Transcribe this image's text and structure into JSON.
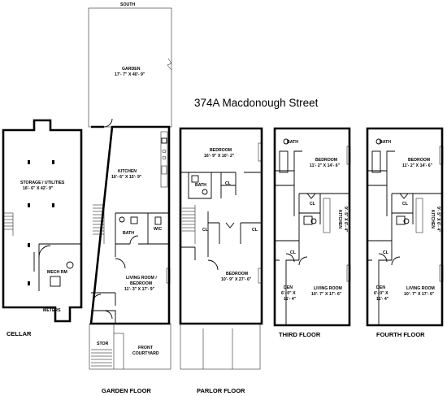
{
  "title": "374A Macdonough Street",
  "compass": "SOUTH",
  "floors": {
    "cellar": "CELLAR",
    "garden": "GARDEN FLOOR",
    "parlor": "PARLOR FLOOR",
    "third": "THIRD FLOOR",
    "fourth": "FOURTH FLOOR"
  },
  "cellar_rooms": {
    "storage_name": "STORAGE / UTILITIES",
    "storage_dim": "16'- 6\" X 42'- 9\"",
    "mech": "MECH RM",
    "meters": "METERS"
  },
  "garden_rooms": {
    "garden_name": "GARDEN",
    "garden_dim": "17'- 7\" X 40'- 9\"",
    "kitchen_name": "KITCHEN",
    "kitchen_dim": "16'- 6\" X 15'- 9\"",
    "bath": "BATH",
    "wic": "W/C",
    "living_name": "LIVING ROOM /",
    "living_name2": "BEDROOM",
    "living_dim": "11'- 3\" X 17'- 9\"",
    "stor": "STOR",
    "courtyard1": "FRONT",
    "courtyard2": "COURTYARD"
  },
  "parlor_rooms": {
    "bedroom1_name": "BEDROOM",
    "bedroom1_dim": "16'- 9\" X 10'- 2\"",
    "bath": "BATH",
    "cl": "CL",
    "bedroom2_name": "BEDROOM",
    "bedroom2_dim": "10'- 9\" X 27'- 6\""
  },
  "third_rooms": {
    "bath": "BATH",
    "bedroom_name": "BEDROOM",
    "bedroom_dim": "11'- 2\" X 14'- 6\"",
    "cl": "CL",
    "kitchen_name": "KITCHEN",
    "kitchen_dim": "9'- 5\" X 6'- 4\"",
    "den_name": "DEN",
    "den_dim1": "6'- 0\" X",
    "den_dim2": "11'- 4\"",
    "living_name": "LIVING ROOM",
    "living_dim": "10'- 7\" X 17'- 6\""
  },
  "fourth_rooms": {
    "bath": "BATH",
    "bedroom_name": "BEDROOM",
    "bedroom_dim": "11'- 2\" X 14'- 6\"",
    "cl": "CL",
    "kitchen_name": "KITCHEN",
    "kitchen_dim": "9'- 5\" X 6'- 4\"",
    "den_name": "DEN",
    "den_dim1": "6'- 0\" X",
    "den_dim2": "11'- 4\"",
    "living_name": "LIVING ROOM",
    "living_dim": "10'- 7\" X 17'- 6\""
  }
}
